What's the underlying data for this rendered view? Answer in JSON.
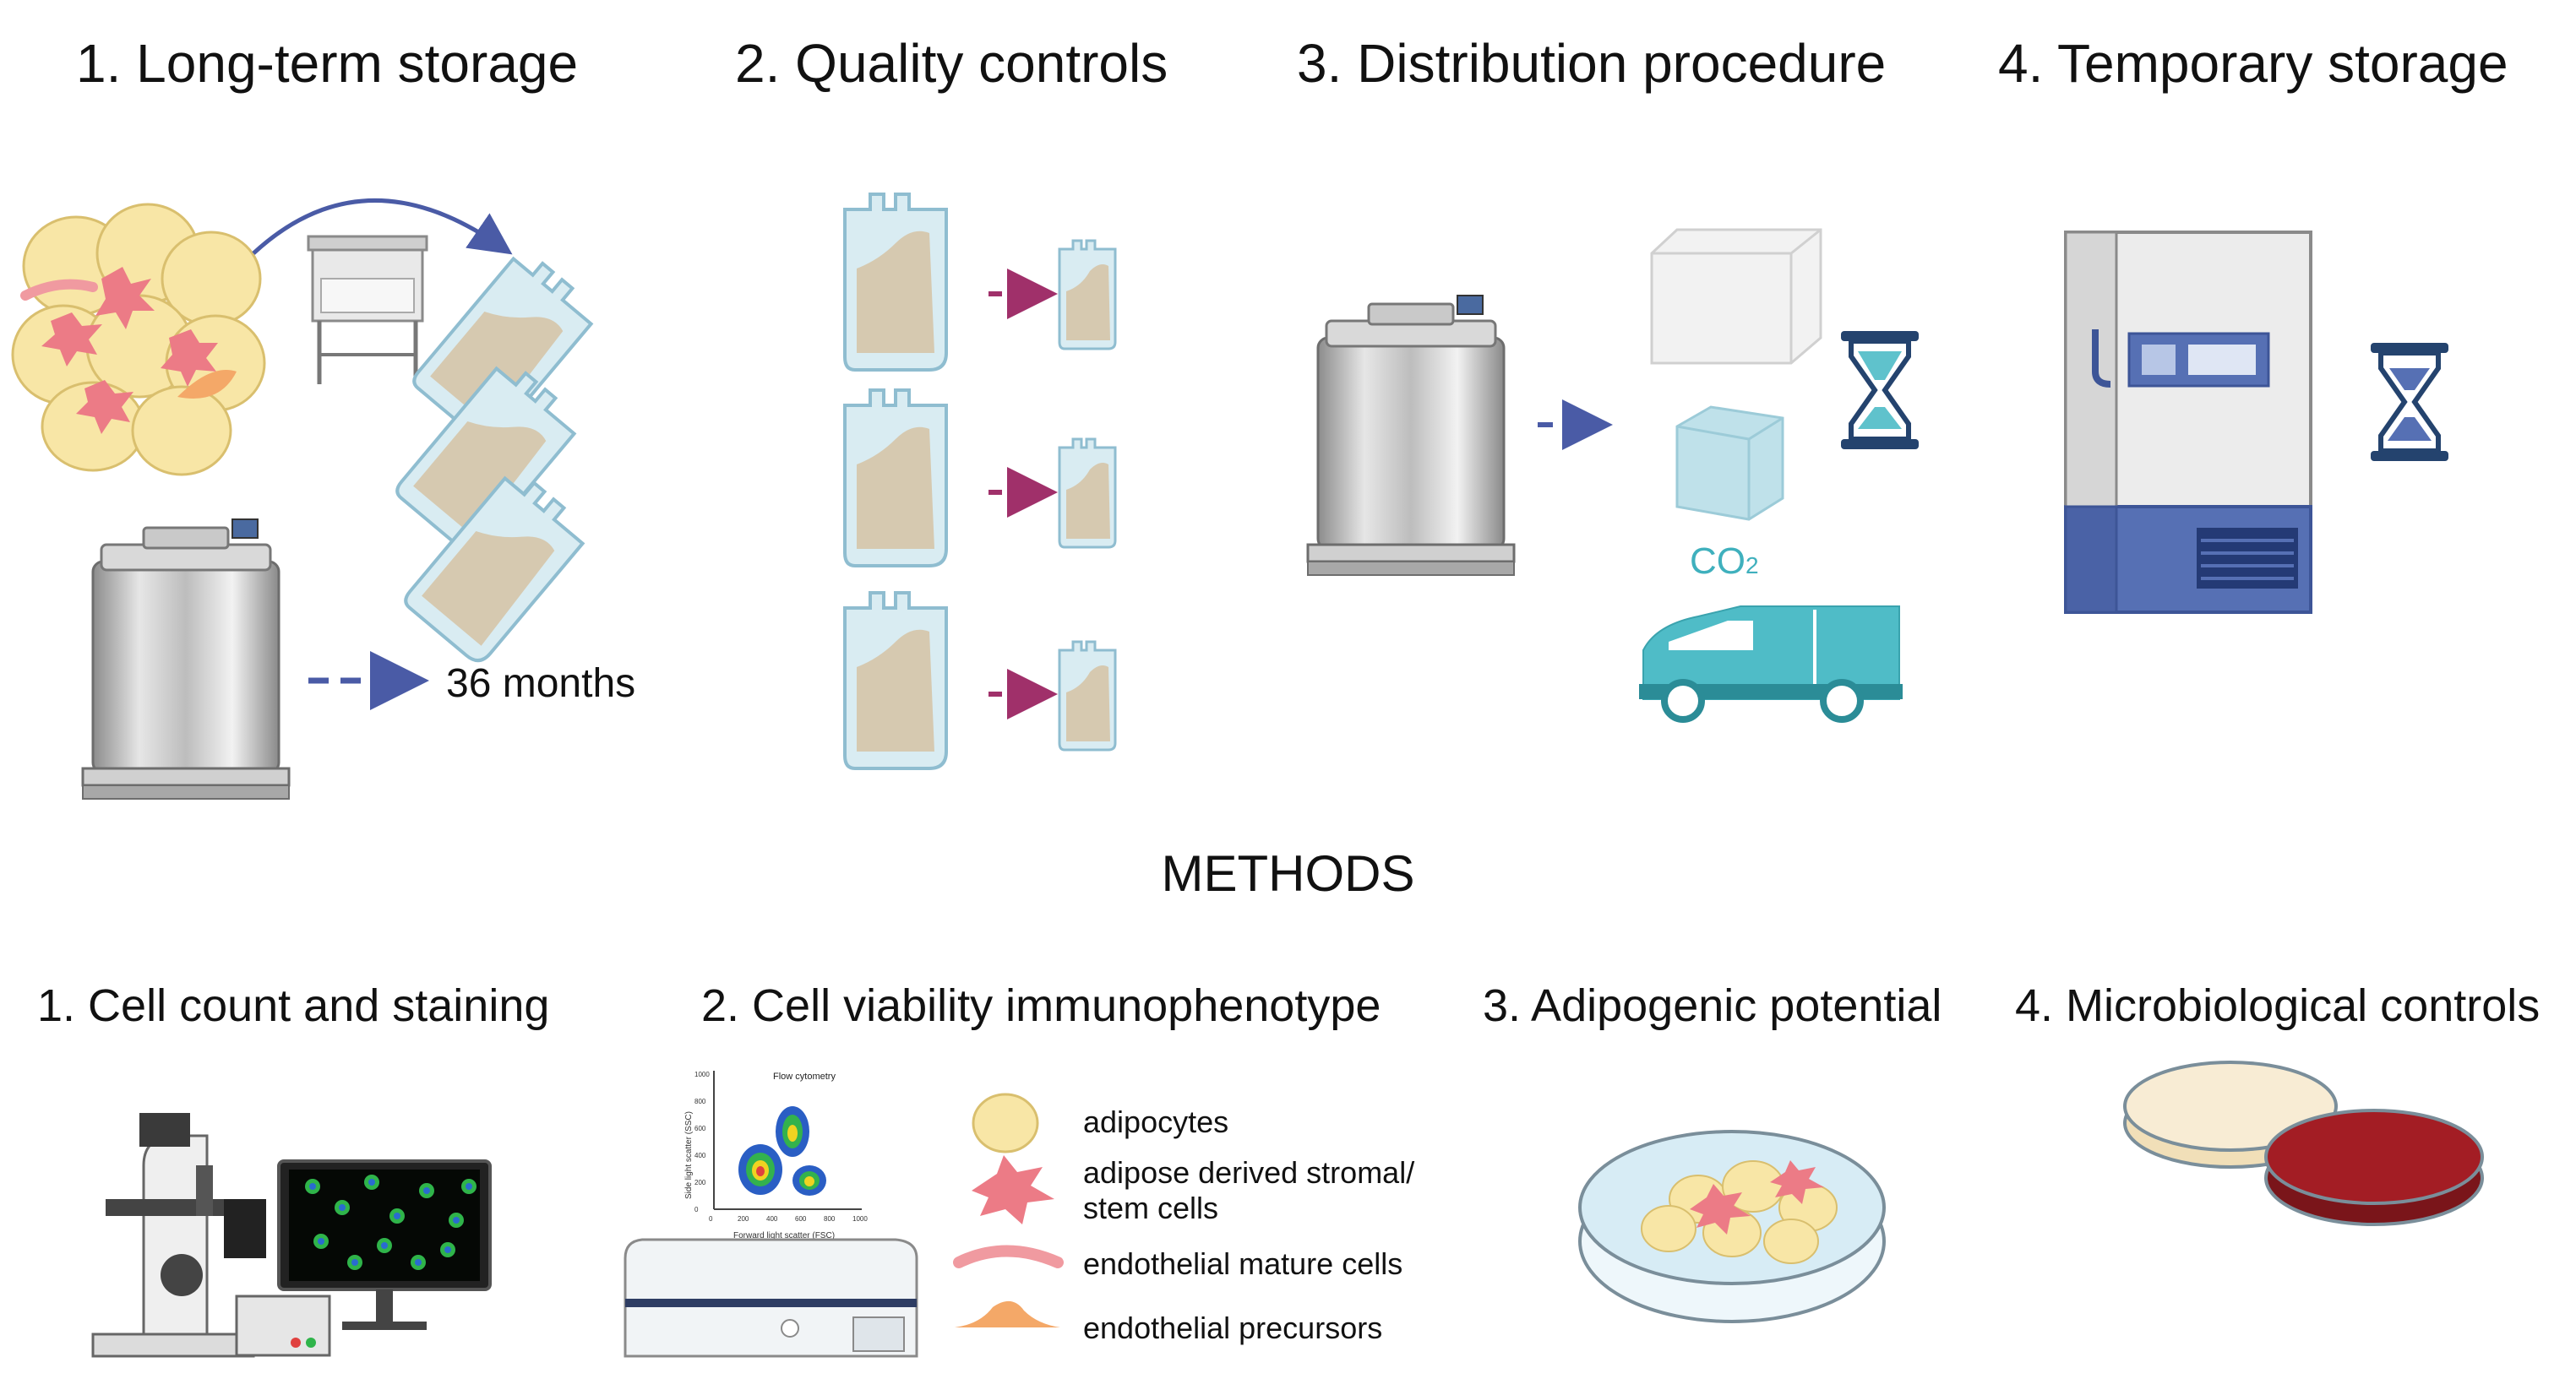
{
  "stages": [
    {
      "label": "1.  Long-term storage"
    },
    {
      "label": "2. Quality controls"
    },
    {
      "label": "3. Distribution procedure"
    },
    {
      "label": "4. Temporary storage"
    }
  ],
  "storage_duration": "36 months",
  "co2_label": {
    "main": "CO",
    "sub": "2"
  },
  "methods_heading": "METHODS",
  "methods": [
    {
      "label": "1.  Cell count and staining"
    },
    {
      "label": "2. Cell viability immunophenotype"
    },
    {
      "label": "3. Adipogenic potential"
    },
    {
      "label": "4. Microbiological controls"
    }
  ],
  "legend": [
    {
      "label": "adipocytes"
    },
    {
      "label": "adipose derived stromal/"
    },
    {
      "label": "stem cells"
    },
    {
      "label": "endothelial mature cells"
    },
    {
      "label": "endothelial precursors"
    }
  ],
  "flow_plot": {
    "title": "Flow cytometry",
    "xlabel": "Forward light scatter (FSC)",
    "ylabel": "Side light scatter (SSC)",
    "x_ticks": [
      "0",
      "200",
      "400",
      "600",
      "800",
      "1000"
    ],
    "y_ticks": [
      "0",
      "200",
      "400",
      "600",
      "800",
      "1000"
    ]
  },
  "colors": {
    "adipocyte": "#f8e6a6",
    "stromal": "#ec7b86",
    "endothelial_mature": "#f09aa0",
    "endothelial_precursor": "#f4a868",
    "arrow_blue": "#4a5ba6",
    "arrow_magenta": "#a0306a",
    "teal": "#3fb8c4",
    "freezer_blue": "#5670b4",
    "agar_red": "#a31d24",
    "agar_cream": "#f8ecd4"
  },
  "icons": [
    "tissue-cells-icon",
    "biosafety-cabinet-icon",
    "cryo-bag-icon",
    "cryo-tank-icon",
    "styrofoam-box-icon",
    "dry-ice-icon",
    "hourglass-icon",
    "van-icon",
    "ultra-freezer-icon",
    "microscope-icon",
    "monitor-icon",
    "flow-cytometer-icon",
    "petri-dish-icon",
    "agar-plate-icon"
  ]
}
